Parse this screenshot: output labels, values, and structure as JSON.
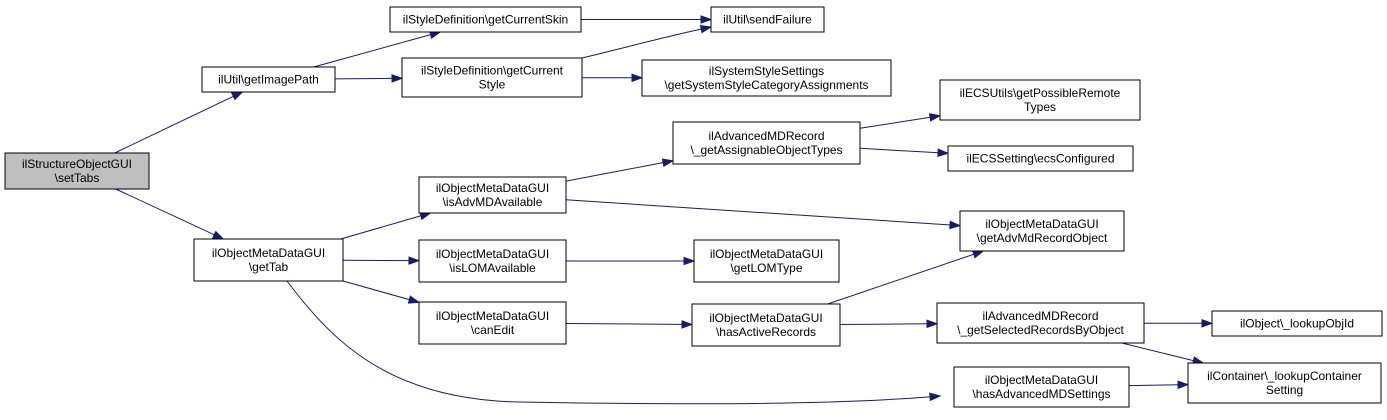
{
  "colors": {
    "edge": "#191970",
    "root_fill": "#bfbfbf",
    "node_fill": "#ffffff",
    "border": "#000000"
  },
  "nodes": [
    {
      "id": "n0",
      "lines": [
        "ilStructureObjectGUI",
        "\\setTabs"
      ]
    },
    {
      "id": "n1",
      "lines": [
        "ilUtil\\getImagePath"
      ]
    },
    {
      "id": "n2",
      "lines": [
        "ilObjectMetaDataGUI",
        "\\getTab"
      ]
    },
    {
      "id": "n3",
      "lines": [
        "ilStyleDefinition\\getCurrentSkin"
      ]
    },
    {
      "id": "n4",
      "lines": [
        "ilStyleDefinition\\getCurrent",
        "Style"
      ]
    },
    {
      "id": "n5",
      "lines": [
        "ilUtil\\sendFailure"
      ]
    },
    {
      "id": "n6",
      "lines": [
        "ilSystemStyleSettings",
        "\\getSystemStyleCategoryAssignments"
      ]
    },
    {
      "id": "n7",
      "lines": [
        "ilObjectMetaDataGUI",
        "\\isAdvMDAvailable"
      ]
    },
    {
      "id": "n8",
      "lines": [
        "ilObjectMetaDataGUI",
        "\\isLOMAvailable"
      ]
    },
    {
      "id": "n9",
      "lines": [
        "ilObjectMetaDataGUI",
        "\\canEdit"
      ]
    },
    {
      "id": "n10",
      "lines": [
        "ilAdvancedMDRecord",
        "\\_getAssignableObjectTypes"
      ]
    },
    {
      "id": "n11",
      "lines": [
        "ilECSUtils\\getPossibleRemote",
        "Types"
      ]
    },
    {
      "id": "n12",
      "lines": [
        "ilECSSetting\\ecsConfigured"
      ]
    },
    {
      "id": "n13",
      "lines": [
        "ilObjectMetaDataGUI",
        "\\getAdvMdRecordObject"
      ]
    },
    {
      "id": "n14",
      "lines": [
        "ilObjectMetaDataGUI",
        "\\getLOMType"
      ]
    },
    {
      "id": "n15",
      "lines": [
        "ilObjectMetaDataGUI",
        "\\hasActiveRecords"
      ]
    },
    {
      "id": "n16",
      "lines": [
        "ilAdvancedMDRecord",
        "\\_getSelectedRecordsByObject"
      ]
    },
    {
      "id": "n17",
      "lines": [
        "ilObject\\_lookupObjId"
      ]
    },
    {
      "id": "n18",
      "lines": [
        "ilContainer\\_lookupContainer",
        "Setting"
      ]
    },
    {
      "id": "n19",
      "lines": [
        "ilObjectMetaDataGUI",
        "\\hasAdvancedMDSettings"
      ]
    }
  ],
  "edges": [
    [
      "n0",
      "n1"
    ],
    [
      "n0",
      "n2"
    ],
    [
      "n1",
      "n3"
    ],
    [
      "n1",
      "n4"
    ],
    [
      "n3",
      "n5"
    ],
    [
      "n4",
      "n5"
    ],
    [
      "n4",
      "n6"
    ],
    [
      "n2",
      "n7"
    ],
    [
      "n2",
      "n8"
    ],
    [
      "n2",
      "n9"
    ],
    [
      "n2",
      "n19"
    ],
    [
      "n7",
      "n10"
    ],
    [
      "n7",
      "n13"
    ],
    [
      "n10",
      "n11"
    ],
    [
      "n10",
      "n12"
    ],
    [
      "n8",
      "n14"
    ],
    [
      "n9",
      "n15"
    ],
    [
      "n15",
      "n13"
    ],
    [
      "n15",
      "n16"
    ],
    [
      "n16",
      "n17"
    ],
    [
      "n16",
      "n18"
    ],
    [
      "n19",
      "n18"
    ]
  ]
}
